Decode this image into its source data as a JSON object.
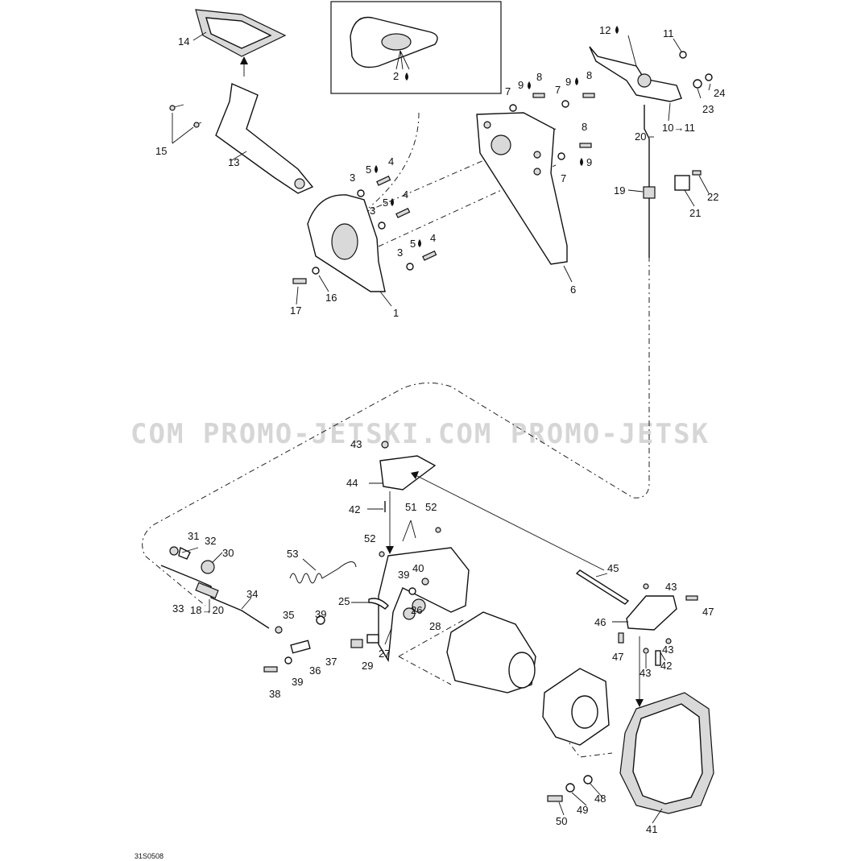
{
  "watermark": "COM  PROMO-JETSKI.COM  PROMO-JETSK",
  "diagram_code": "31S0508",
  "labels": [
    {
      "id": "l14",
      "text": "14"
    },
    {
      "id": "l2",
      "text": "2"
    },
    {
      "id": "l12",
      "text": "12"
    },
    {
      "id": "l11",
      "text": "11"
    },
    {
      "id": "l9a",
      "text": "9"
    },
    {
      "id": "l8a",
      "text": "8"
    },
    {
      "id": "l9b",
      "text": "9"
    },
    {
      "id": "l8b",
      "text": "8"
    },
    {
      "id": "l7a",
      "text": "7"
    },
    {
      "id": "l7b",
      "text": "7"
    },
    {
      "id": "l24",
      "text": "24"
    },
    {
      "id": "l23",
      "text": "23"
    },
    {
      "id": "l10",
      "text": "10→11"
    },
    {
      "id": "l20",
      "text": "20"
    },
    {
      "id": "l8c",
      "text": "8"
    },
    {
      "id": "l9c",
      "text": "9"
    },
    {
      "id": "l7c",
      "text": "7"
    },
    {
      "id": "l15",
      "text": "15"
    },
    {
      "id": "l13",
      "text": "13"
    },
    {
      "id": "l5a",
      "text": "5"
    },
    {
      "id": "l4a",
      "text": "4"
    },
    {
      "id": "l3a",
      "text": "3"
    },
    {
      "id": "l5b",
      "text": "5"
    },
    {
      "id": "l4b",
      "text": "4"
    },
    {
      "id": "l3b",
      "text": "3"
    },
    {
      "id": "l5c",
      "text": "5"
    },
    {
      "id": "l4c",
      "text": "4"
    },
    {
      "id": "l3c",
      "text": "3"
    },
    {
      "id": "l19",
      "text": "19"
    },
    {
      "id": "l22",
      "text": "22"
    },
    {
      "id": "l21",
      "text": "21"
    },
    {
      "id": "l17",
      "text": "17"
    },
    {
      "id": "l16",
      "text": "16"
    },
    {
      "id": "l1",
      "text": "1"
    },
    {
      "id": "l6",
      "text": "6"
    },
    {
      "id": "l43a",
      "text": "43"
    },
    {
      "id": "l44",
      "text": "44"
    },
    {
      "id": "l42a",
      "text": "42"
    },
    {
      "id": "l51",
      "text": "51"
    },
    {
      "id": "l52a",
      "text": "52"
    },
    {
      "id": "l52b",
      "text": "52"
    },
    {
      "id": "l31",
      "text": "31"
    },
    {
      "id": "l32",
      "text": "32"
    },
    {
      "id": "l30",
      "text": "30"
    },
    {
      "id": "l53",
      "text": "53"
    },
    {
      "id": "l39a",
      "text": "39"
    },
    {
      "id": "l40",
      "text": "40"
    },
    {
      "id": "l45",
      "text": "45"
    },
    {
      "id": "l43b",
      "text": "43"
    },
    {
      "id": "l47a",
      "text": "47"
    },
    {
      "id": "l34",
      "text": "34"
    },
    {
      "id": "l25",
      "text": "25"
    },
    {
      "id": "l33",
      "text": "33"
    },
    {
      "id": "l35",
      "text": "35"
    },
    {
      "id": "l39b",
      "text": "39"
    },
    {
      "id": "l26",
      "text": "26"
    },
    {
      "id": "l28",
      "text": "28"
    },
    {
      "id": "l46",
      "text": "46"
    },
    {
      "id": "l18",
      "text": "18→20"
    },
    {
      "id": "l37",
      "text": "37"
    },
    {
      "id": "l27",
      "text": "27"
    },
    {
      "id": "l29",
      "text": "29"
    },
    {
      "id": "l47b",
      "text": "47"
    },
    {
      "id": "l43c",
      "text": "43"
    },
    {
      "id": "l42b",
      "text": "42"
    },
    {
      "id": "l43d",
      "text": "43"
    },
    {
      "id": "l38",
      "text": "38"
    },
    {
      "id": "l39c",
      "text": "39"
    },
    {
      "id": "l36",
      "text": "36"
    },
    {
      "id": "l48",
      "text": "48"
    },
    {
      "id": "l49",
      "text": "49"
    },
    {
      "id": "l50",
      "text": "50"
    },
    {
      "id": "l41",
      "text": "41"
    }
  ]
}
